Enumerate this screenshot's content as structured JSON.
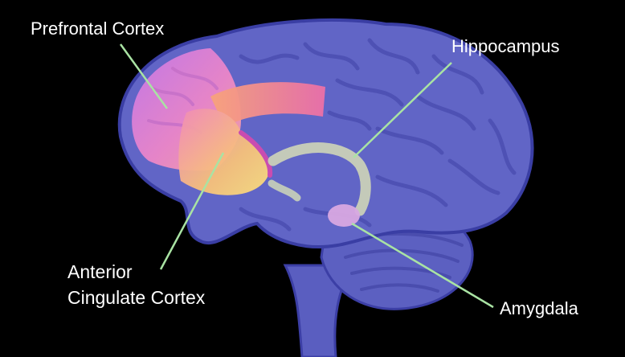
{
  "labels": {
    "prefrontal": "Prefrontal Cortex",
    "hippocampus": "Hippocampus",
    "acc_line1": "Anterior",
    "acc_line2": "Cingulate Cortex",
    "amygdala": "Amygdala"
  },
  "colors": {
    "background": "#000000",
    "brain": "#5f63c4",
    "brain_outline": "#3c3fa6",
    "gyri": "#4d50b3",
    "prefrontal": "#e58ee0",
    "acc": "#f2b86a",
    "hippocampus": "#c9d0b8",
    "amygdala": "#d7a6e0",
    "leader_lines": "#a9e3a3"
  }
}
